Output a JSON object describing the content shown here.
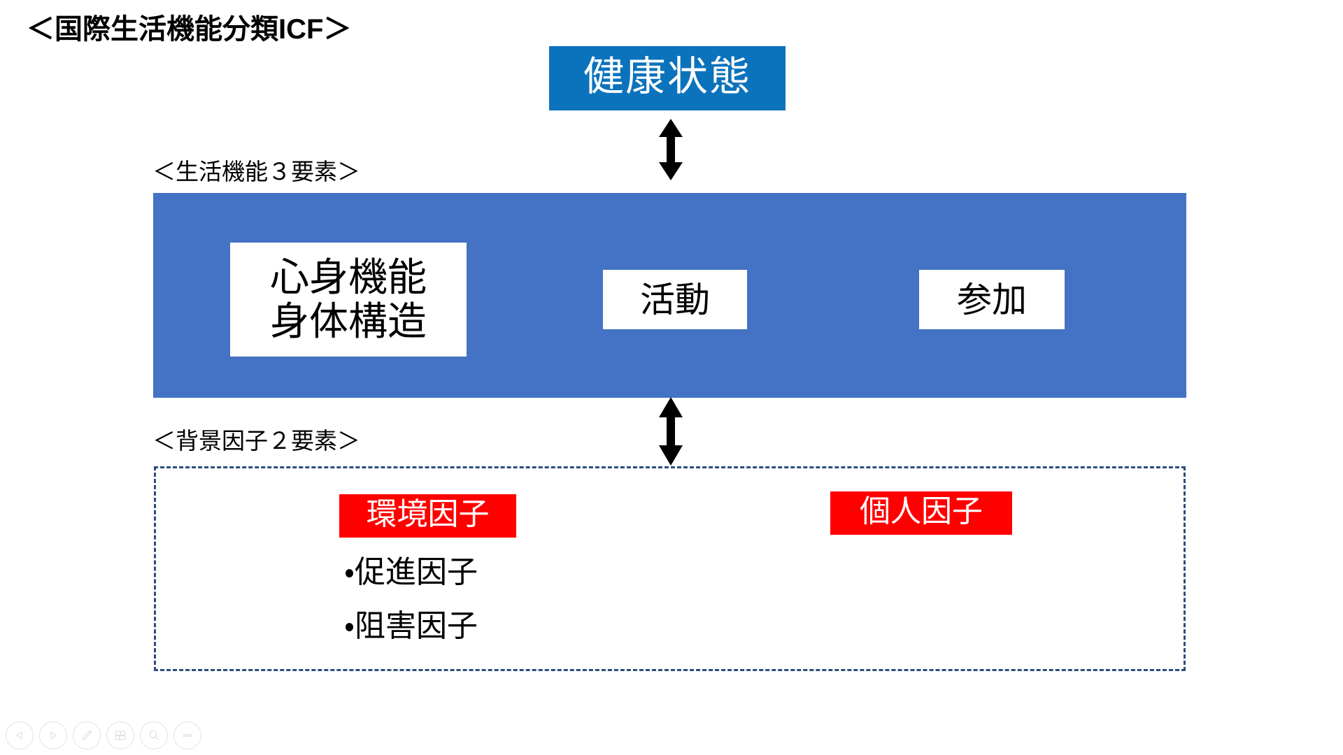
{
  "slide": {
    "title": "＜国際生活機能分類ICF＞",
    "background_color": "#FFFFFF"
  },
  "health_state": {
    "label": "健康状態",
    "background_color": "#0B72BC",
    "text_color": "#FFFFFF"
  },
  "arrows": [
    {
      "name": "arrow-health-to-functioning",
      "direction": "double-vertical",
      "color": "#000000"
    },
    {
      "name": "arrow-functioning-to-contextual",
      "direction": "double-vertical",
      "color": "#000000"
    }
  ],
  "functioning": {
    "caption": "＜生活機能３要素＞",
    "panel_color": "#4472C4",
    "components": [
      {
        "id": "body",
        "line1": "心身機能",
        "line2": "身体構造"
      },
      {
        "id": "activity",
        "label": "活動"
      },
      {
        "id": "participation",
        "label": "参加"
      }
    ]
  },
  "contextual": {
    "caption": "＜背景因子２要素＞",
    "border_color": "#2E4D7B",
    "chip_color": "#FF0000",
    "factors": [
      {
        "id": "environmental",
        "label": "環境因子"
      },
      {
        "id": "personal",
        "label": "個人因子"
      }
    ],
    "bullets": [
      "・促進因子",
      "・阻害因子"
    ]
  },
  "toolbar": {
    "buttons": [
      {
        "name": "previous-slide-button",
        "icon": "triangle-left-icon"
      },
      {
        "name": "next-slide-button",
        "icon": "triangle-right-icon"
      },
      {
        "name": "pen-tool-button",
        "icon": "pen-icon"
      },
      {
        "name": "all-slides-button",
        "icon": "slides-grid-icon"
      },
      {
        "name": "zoom-button",
        "icon": "magnifier-icon"
      },
      {
        "name": "more-options-button",
        "icon": "ellipsis-icon"
      }
    ]
  }
}
